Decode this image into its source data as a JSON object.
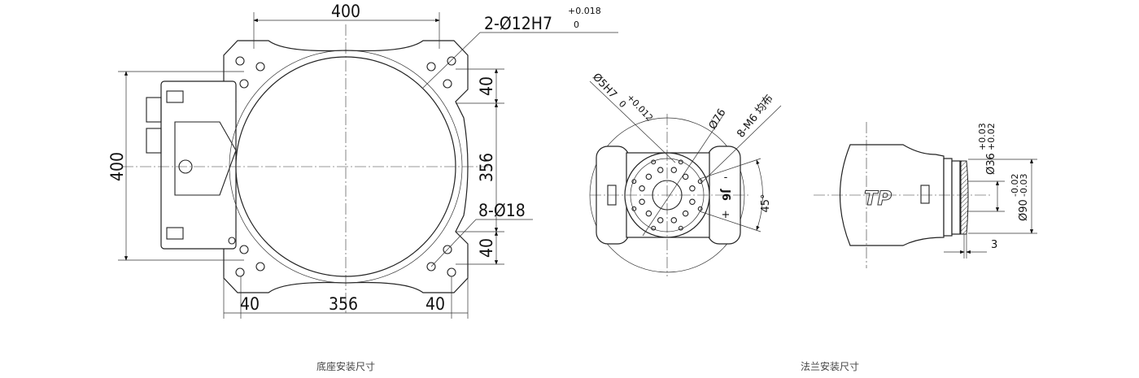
{
  "base_view": {
    "caption": "底座安装尺寸",
    "dim_top_width": "400",
    "dim_pin_holes": "2-Ø12H7",
    "dim_pin_tol_upper": "+0.018",
    "dim_pin_tol_lower": "0",
    "dim_right_top": "40",
    "dim_right_middle": "356",
    "dim_mount_holes": "8-Ø18",
    "dim_right_bottom": "40",
    "dim_left_height": "400",
    "dim_bottom_left": "40",
    "dim_bottom_middle": "356",
    "dim_bottom_right": "40"
  },
  "flange_view": {
    "caption": "法兰安装尺寸",
    "dim_pin_hole": "Ø5H7",
    "dim_pin_tol_upper": "+0.012",
    "dim_pin_tol_lower": "0",
    "dim_pcd": "Ø76",
    "dim_threads": "8-M6 均布",
    "dim_angle": "45°",
    "axis_label": "J6",
    "axis_plus": "+",
    "axis_minus": "-"
  },
  "side_view": {
    "logo_text": "TP",
    "dim_inner": "Ø36",
    "dim_inner_tol_upper": "+0.03",
    "dim_inner_tol_lower": "+0.02",
    "dim_outer": "Ø90",
    "dim_outer_tol_upper": "-0.02",
    "dim_outer_tol_lower": "-0.03",
    "dim_depth": "3"
  }
}
